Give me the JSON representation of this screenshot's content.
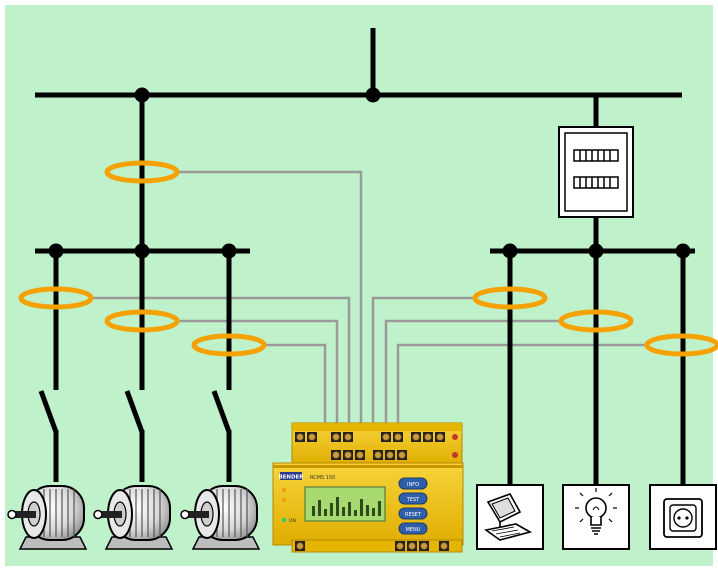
{
  "diagram": {
    "background": "#bff2cb",
    "line_color": "#000000",
    "wire_color": "#9a9a9a",
    "ct_color": "#f5a200",
    "device": {
      "brand": "BENDER",
      "model": "RCMS 150",
      "body_color": "#f1c40f",
      "screen_color": "#a8d870",
      "leds": [
        "ON"
      ],
      "buttons": [
        "INFO",
        "TEST",
        "RESET",
        "MENU"
      ]
    },
    "loads": [
      "motor-1",
      "motor-2",
      "motor-3",
      "computer",
      "light-bulb",
      "socket-outlet"
    ]
  }
}
